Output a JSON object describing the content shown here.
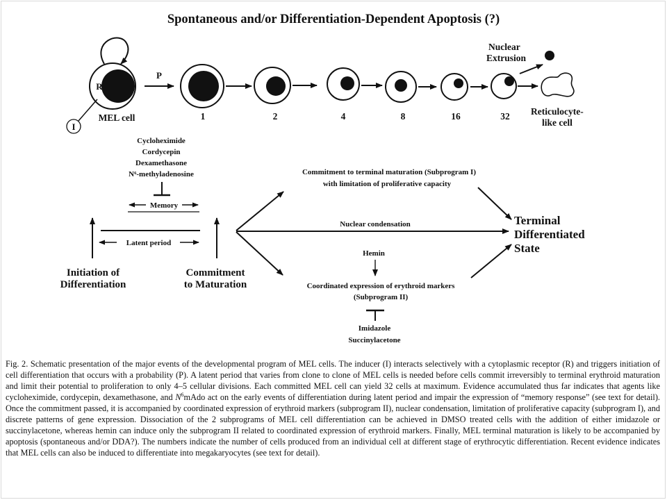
{
  "figure": {
    "title": "Spontaneous and/or Differentiation-Dependent Apoptosis (?)",
    "receptor_label": "R",
    "inducer_label": "I",
    "probability_label": "P",
    "mel_cell_label": "MEL cell",
    "cell_counts": [
      "1",
      "2",
      "4",
      "8",
      "16",
      "32"
    ],
    "nuclear_extrusion_line1": "Nuclear",
    "nuclear_extrusion_line2": "Extrusion",
    "reticulocyte_line1": "Reticulocyte-",
    "reticulocyte_line2": "like cell",
    "inhibitors": [
      "Cycloheximide",
      "Cordycepin",
      "Dexamethasone",
      "N⁶-methyladenosine"
    ],
    "memory_label": "Memory",
    "latent_period_label": "Latent period",
    "initiation_line1": "Initiation of",
    "initiation_line2": "Differentiation",
    "commitment_line1": "Commitment",
    "commitment_line2": "to Maturation",
    "subprogram1_line1": "Commitment to terminal maturation (Subprogram I)",
    "subprogram1_line2": "with limitation of proliferative capacity",
    "nuclear_condensation_label": "Nuclear condensation",
    "hemin_label": "Hemin",
    "subprogram2_line1": "Coordinated expression of erythroid markers",
    "subprogram2_line2": "(Subprogram II)",
    "blockers": [
      "Imidazole",
      "Succinylacetone"
    ],
    "terminal_line1": "Terminal",
    "terminal_line2": "Differentiated",
    "terminal_line3": "State"
  },
  "caption": {
    "p1": "Fig. 2. Schematic presentation of the major events of the developmental program of MEL cells. The inducer (I) interacts selectively with a cytoplasmic receptor (R) and triggers initiation of cell differentiation that occurs with a probability (P). A latent period that varies from clone to clone of MEL cells is needed before cells commit irreversibly to terminal erythroid maturation and limit their potential to proliferation to only 4–5 cellular divisions. Each committed MEL cell can yield 32 cells at maximum. Evidence accumulated thus far indicates that agents like cycloheximide, cordycepin, dexamethasone, and ",
    "n": "N",
    "six": "6",
    "p2": "mAdo act on the early events of differentiation during latent period and impair the expression of “memory response” (see text for detail). Once the commitment passed, it is accompanied by coordinated expression of erythroid markers (subprogram II), nuclear condensation, limitation of proliferative capacity (subprogram I), and discrete patterns of gene expression. Dissociation of the 2 subprograms of MEL cell differentiation can be achieved in DMSO treated cells with the addition of either imidazole or succinylacetone, whereas hemin can induce only the subprogram II related to coordinated expression of erythroid markers. Finally, MEL terminal maturation is likely to be accompanied by apoptosis (spontaneous and/or DDA?). The numbers indicate the number of cells produced from an individual cell at different stage of erythrocytic differentiation. Recent evidence indicates that MEL cells can also be induced to differentiate into megakaryocytes (see text for detail)."
  }
}
